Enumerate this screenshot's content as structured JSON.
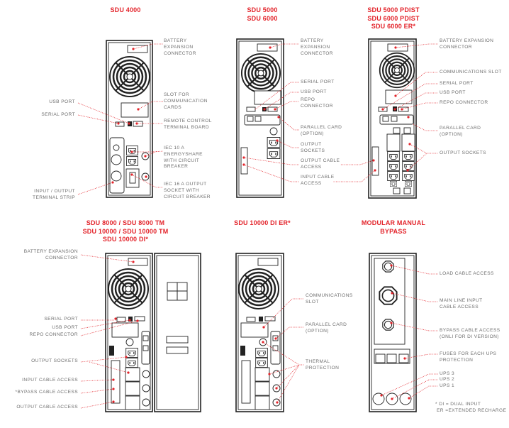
{
  "colors": {
    "accent": "#e3242b",
    "label": "#6f6f6f",
    "line": "#222222"
  },
  "models": [
    {
      "title": [
        "SDU 4000"
      ],
      "labels": {
        "battery": [
          "BATTERY",
          "EXPANSION",
          "CONNECTOR"
        ],
        "slot": [
          "SLOT FOR",
          "COMMUNICATION",
          "CARDS"
        ],
        "remote": [
          "REMOTE CONTROL",
          "TERMINAL BOARD"
        ],
        "iec10": [
          "IEC 10 A",
          "ENERGYSHARE",
          "WITH CIRCUIT",
          "BREAKER"
        ],
        "iec16": [
          "IEC 16 A OUTPUT",
          "SOCKET WITH",
          "CIRCUIT BREAKER"
        ],
        "usb": [
          "USB PORT"
        ],
        "serial": [
          "SERIAL PORT"
        ],
        "terminal": [
          "INPUT / OUTPUT",
          "TERMINAL STRIP"
        ]
      }
    },
    {
      "title": [
        "SDU 5000",
        "SDU 6000"
      ],
      "labels": {
        "battery": [
          "BATTERY",
          "EXPANSION",
          "CONNECTOR"
        ],
        "serial": [
          "SERIAL PORT"
        ],
        "usb": [
          "USB PORT"
        ],
        "repo": [
          "REPO",
          "CONNECTOR"
        ],
        "parallel": [
          "PARALLEL CARD",
          "(OPTION)"
        ],
        "sockets": [
          "OUTPUT",
          "SOCKETS"
        ],
        "outcable": [
          "OUTPUT CABLE",
          "ACCESS"
        ],
        "incable": [
          "INPUT CABLE",
          "ACCESS"
        ]
      }
    },
    {
      "title": [
        "SDU 5000 PDIST",
        "SDU 6000 PDIST",
        "SDU 6000 ER*"
      ],
      "labels": {
        "battery": [
          "BATTERY EXPANSION",
          "CONNECTOR"
        ],
        "comms": [
          "COMMUNICATIONS SLOT"
        ],
        "serial": [
          "SERIAL PORT"
        ],
        "usb": [
          "USB PORT"
        ],
        "repo": [
          "REPO CONNECTOR"
        ],
        "parallel": [
          "PARALLEL CARD",
          "(OPTION)"
        ],
        "sockets": [
          "OUTPUT SOCKETS"
        ]
      }
    },
    {
      "title": [
        "SDU 8000 / SDU 8000 TM",
        "SDU 10000 / SDU 10000 TM",
        "SDU 10000 DI*"
      ],
      "labels": {
        "battery": [
          "BATTERY EXPANSION",
          "CONNECTOR"
        ],
        "serial": [
          "SERIAL PORT"
        ],
        "usb": [
          "USB PORT"
        ],
        "repo": [
          "REPO CONNECTOR"
        ],
        "sockets": [
          "OUTPUT SOCKETS"
        ],
        "incable": [
          "INPUT CABLE ACCESS"
        ],
        "bypass": [
          "*BYPASS CABLE ACCESS"
        ],
        "outcable": [
          "OUTPUT CABLE ACCESS"
        ]
      }
    },
    {
      "title": [
        "SDU 10000 DI ER*"
      ],
      "labels": {
        "comms": [
          "COMMUNICATIONS",
          "SLOT"
        ],
        "parallel": [
          "PARALLEL CARD",
          "(OPTION)"
        ],
        "thermal": [
          "THERMAL",
          "PROTECTION"
        ]
      }
    },
    {
      "title": [
        "MODULAR MANUAL",
        "BYPASS"
      ],
      "labels": {
        "load": [
          "LOAD CABLE ACCESS"
        ],
        "mainline": [
          "MAIN LINE INPUT",
          "CABLE ACCESS"
        ],
        "bypass": [
          "BYPASS CABLE ACCESS",
          "(ONLI FOR DI VERSION)"
        ],
        "fuses": [
          "FUSES FOR EACH UPS",
          "PROTECTION"
        ],
        "ups3": [
          "UPS 3"
        ],
        "ups2": [
          "UPS 2"
        ],
        "ups1": [
          "UPS 1"
        ]
      }
    }
  ],
  "footnote": [
    "* DI = DUAL INPUT",
    "ER =EXTENDED RECHARGE"
  ]
}
